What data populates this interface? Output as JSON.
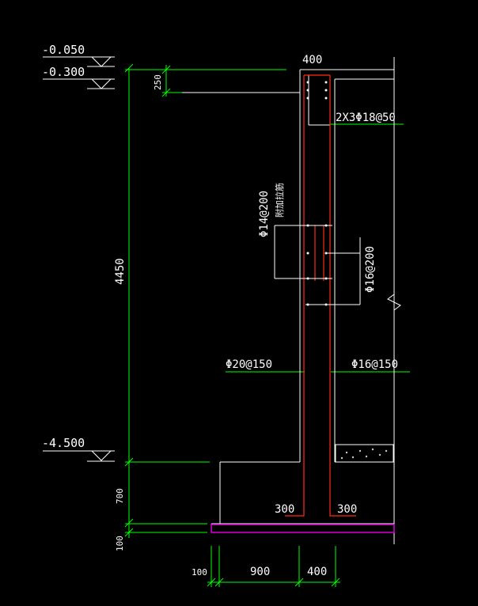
{
  "levels": {
    "top1": "-0.050",
    "top2": "-0.300",
    "bottom": "-4.500"
  },
  "dims": {
    "wall_top_width": "400",
    "cap_height": "250",
    "wall_height": "4450",
    "base_height": "700",
    "slab_thickness": "100",
    "bottom_left": "100",
    "bottom_mid": "900",
    "bottom_right": "400",
    "left_300": "300",
    "right_300": "300"
  },
  "rebar": {
    "top_bars": "2X3Φ18@50",
    "tie_bars": "Φ14@200",
    "tie_note": "附加拉筋",
    "horiz_right": "Φ16@200",
    "vert_left": "Φ20@150",
    "vert_right": "Φ16@150"
  },
  "colors": {
    "background": "#000000",
    "dimension": "#00ff00",
    "rebar": "#ff2a1a",
    "outline": "#ffffff",
    "slab": "#d400d4",
    "concrete": "#c8c8c8"
  }
}
